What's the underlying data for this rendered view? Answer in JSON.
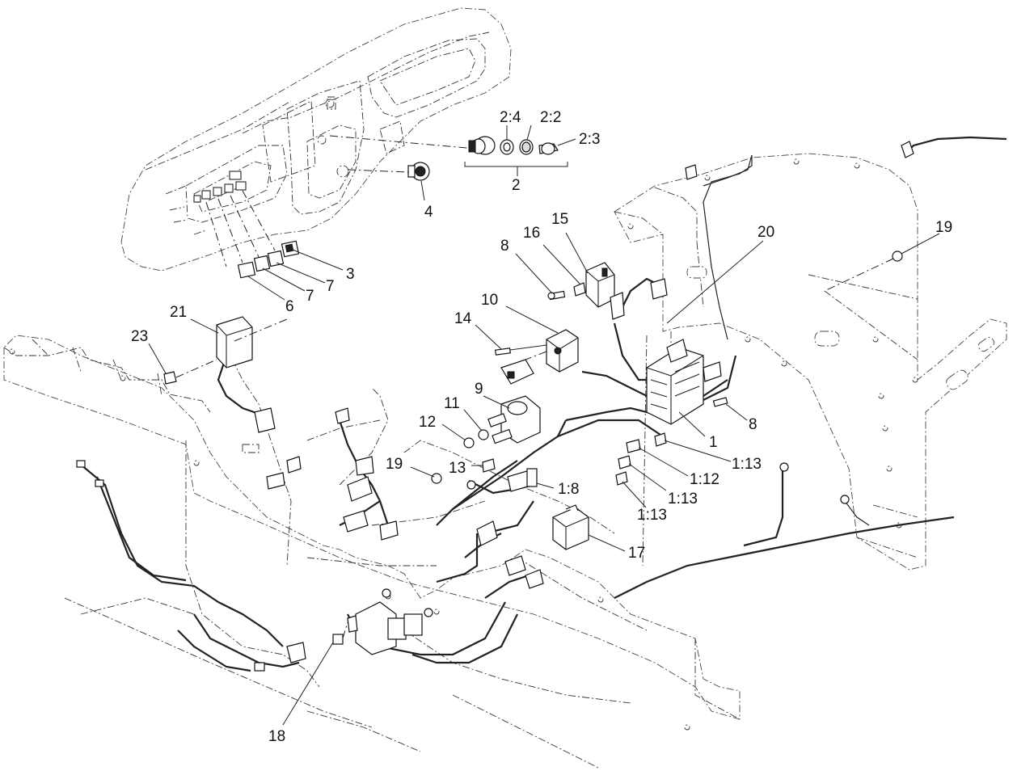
{
  "callouts": [
    {
      "id": "2_4",
      "text": "2:4"
    },
    {
      "id": "2_2",
      "text": "2:2"
    },
    {
      "id": "2_3",
      "text": "2:3"
    },
    {
      "id": "2",
      "text": "2"
    },
    {
      "id": "4",
      "text": "4"
    },
    {
      "id": "3",
      "text": "3"
    },
    {
      "id": "7a",
      "text": "7"
    },
    {
      "id": "7b",
      "text": "7"
    },
    {
      "id": "6",
      "text": "6"
    },
    {
      "id": "21",
      "text": "21"
    },
    {
      "id": "23",
      "text": "23"
    },
    {
      "id": "15",
      "text": "15"
    },
    {
      "id": "16",
      "text": "16"
    },
    {
      "id": "8a",
      "text": "8"
    },
    {
      "id": "10",
      "text": "10"
    },
    {
      "id": "14",
      "text": "14"
    },
    {
      "id": "20",
      "text": "20"
    },
    {
      "id": "19a",
      "text": "19"
    },
    {
      "id": "9",
      "text": "9"
    },
    {
      "id": "11",
      "text": "11"
    },
    {
      "id": "12",
      "text": "12"
    },
    {
      "id": "13",
      "text": "13"
    },
    {
      "id": "19b",
      "text": "19"
    },
    {
      "id": "8b",
      "text": "8"
    },
    {
      "id": "1",
      "text": "1"
    },
    {
      "id": "1_13a",
      "text": "1:13"
    },
    {
      "id": "1_12",
      "text": "1:12"
    },
    {
      "id": "1_13b",
      "text": "1:13"
    },
    {
      "id": "1_13c",
      "text": "1:13"
    },
    {
      "id": "1_8",
      "text": "1:8"
    },
    {
      "id": "17",
      "text": "17"
    },
    {
      "id": "18",
      "text": "18"
    }
  ]
}
